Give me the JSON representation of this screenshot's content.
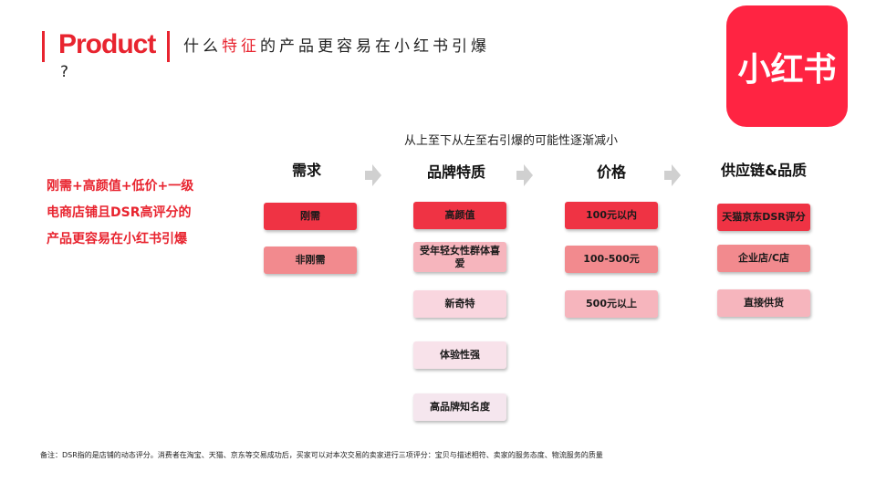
{
  "header": {
    "product_word": "Product",
    "headline_pre": "什么",
    "headline_highlight": "特征",
    "headline_post": "的产品更容易在小红书引爆",
    "question_mark": "?"
  },
  "logo": {
    "text": "小红书"
  },
  "subtitle": "从上至下从左至右引爆的可能性逐渐减小",
  "statement": [
    "刚需+高颜值+低价+一级",
    "电商店铺且DSR高评分的",
    "产品更容易在小红书引爆"
  ],
  "columns": [
    {
      "title": "需求",
      "items": [
        "刚需",
        "非刚需"
      ]
    },
    {
      "title": "品牌特质",
      "items": [
        "高颜值",
        "受年轻女性群体喜爱",
        "新奇特",
        "体验性强",
        "高品牌知名度"
      ]
    },
    {
      "title": "价格",
      "items": [
        "100元以内",
        "100-500元",
        "500元以上"
      ]
    },
    {
      "title": "供应链&品质",
      "items": [
        "天猫京东DSR评分",
        "企业店/C店",
        "直接供货"
      ]
    }
  ],
  "footnote": "备注：DSR指的是店铺的动态评分。消费者在淘宝、天猫、京东等交易成功后，买家可以对本次交易的卖家进行三项评分：宝贝与描述相符、卖家的服务态度、物流服务的质量",
  "colors": {
    "accent": "#e8242f",
    "logo_bg": "#ff2442",
    "arrow": "#d0d0d0"
  }
}
